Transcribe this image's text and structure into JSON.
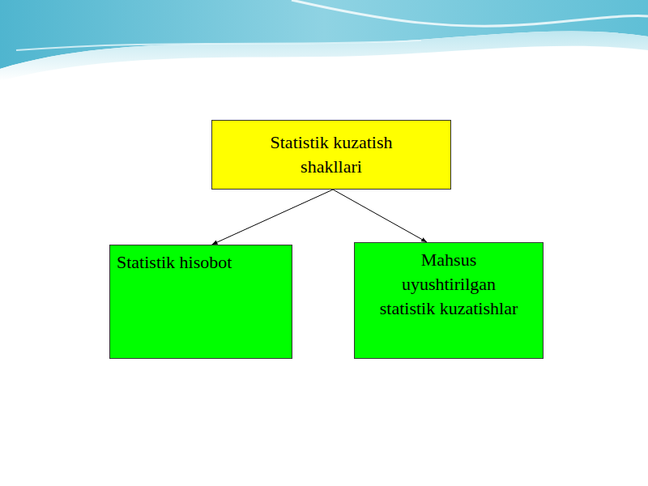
{
  "diagram": {
    "nodes": [
      {
        "text": [
          "Statistik kuzatish shakllari"
        ]
      },
      {
        "text": [
          "Statistik hisobot"
        ]
      },
      {
        "text": [
          "Mahsus uyushtirilgan statistik kuzatishlar"
        ]
      }
    ],
    "edges": [
      {
        "from": 0,
        "to": 1,
        "arrow": "to"
      },
      {
        "from": 0,
        "to": 2,
        "arrow": "to"
      }
    ]
  }
}
